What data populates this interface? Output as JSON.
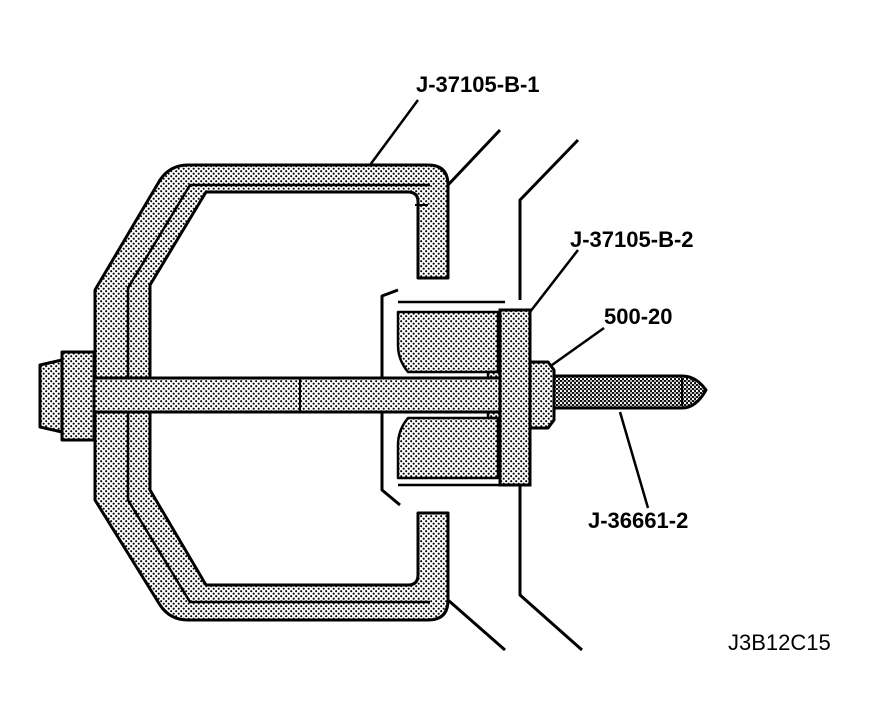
{
  "labels": {
    "bridge": "J-37105-B-1",
    "adapter": "J-37105-B-2",
    "nut": "500-20",
    "screw": "J-36661-2"
  },
  "figure_id": "J3B12C15",
  "colors": {
    "ink": "#000000",
    "stipple": "#8a8a8a",
    "paper": "#ffffff"
  }
}
